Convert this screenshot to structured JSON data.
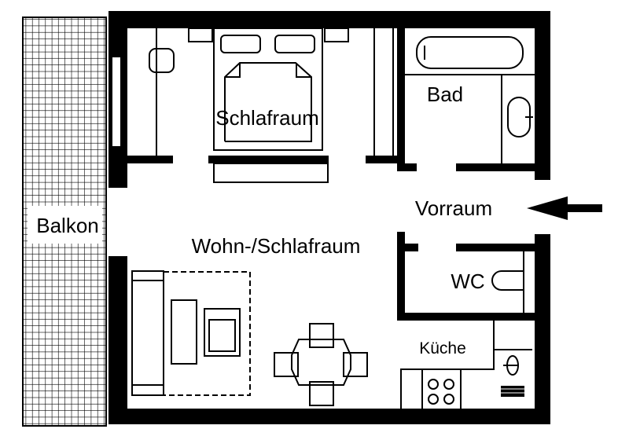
{
  "rooms": {
    "balcony": "Balkon",
    "bedroom": "Schlafraum",
    "bathroom": "Bad",
    "hallway": "Vorraum",
    "living_bedroom": "Wohn-/Schlafraum",
    "toilet": "WC",
    "kitchen": "Küche"
  },
  "colors": {
    "wall": "#000000",
    "background": "#ffffff"
  },
  "icons": [
    "entrance-arrow-icon",
    "bed-icon",
    "bathtub-icon",
    "sink-icon",
    "toilet-icon",
    "stove-icon",
    "sofa-icon",
    "dining-table-icon"
  ]
}
